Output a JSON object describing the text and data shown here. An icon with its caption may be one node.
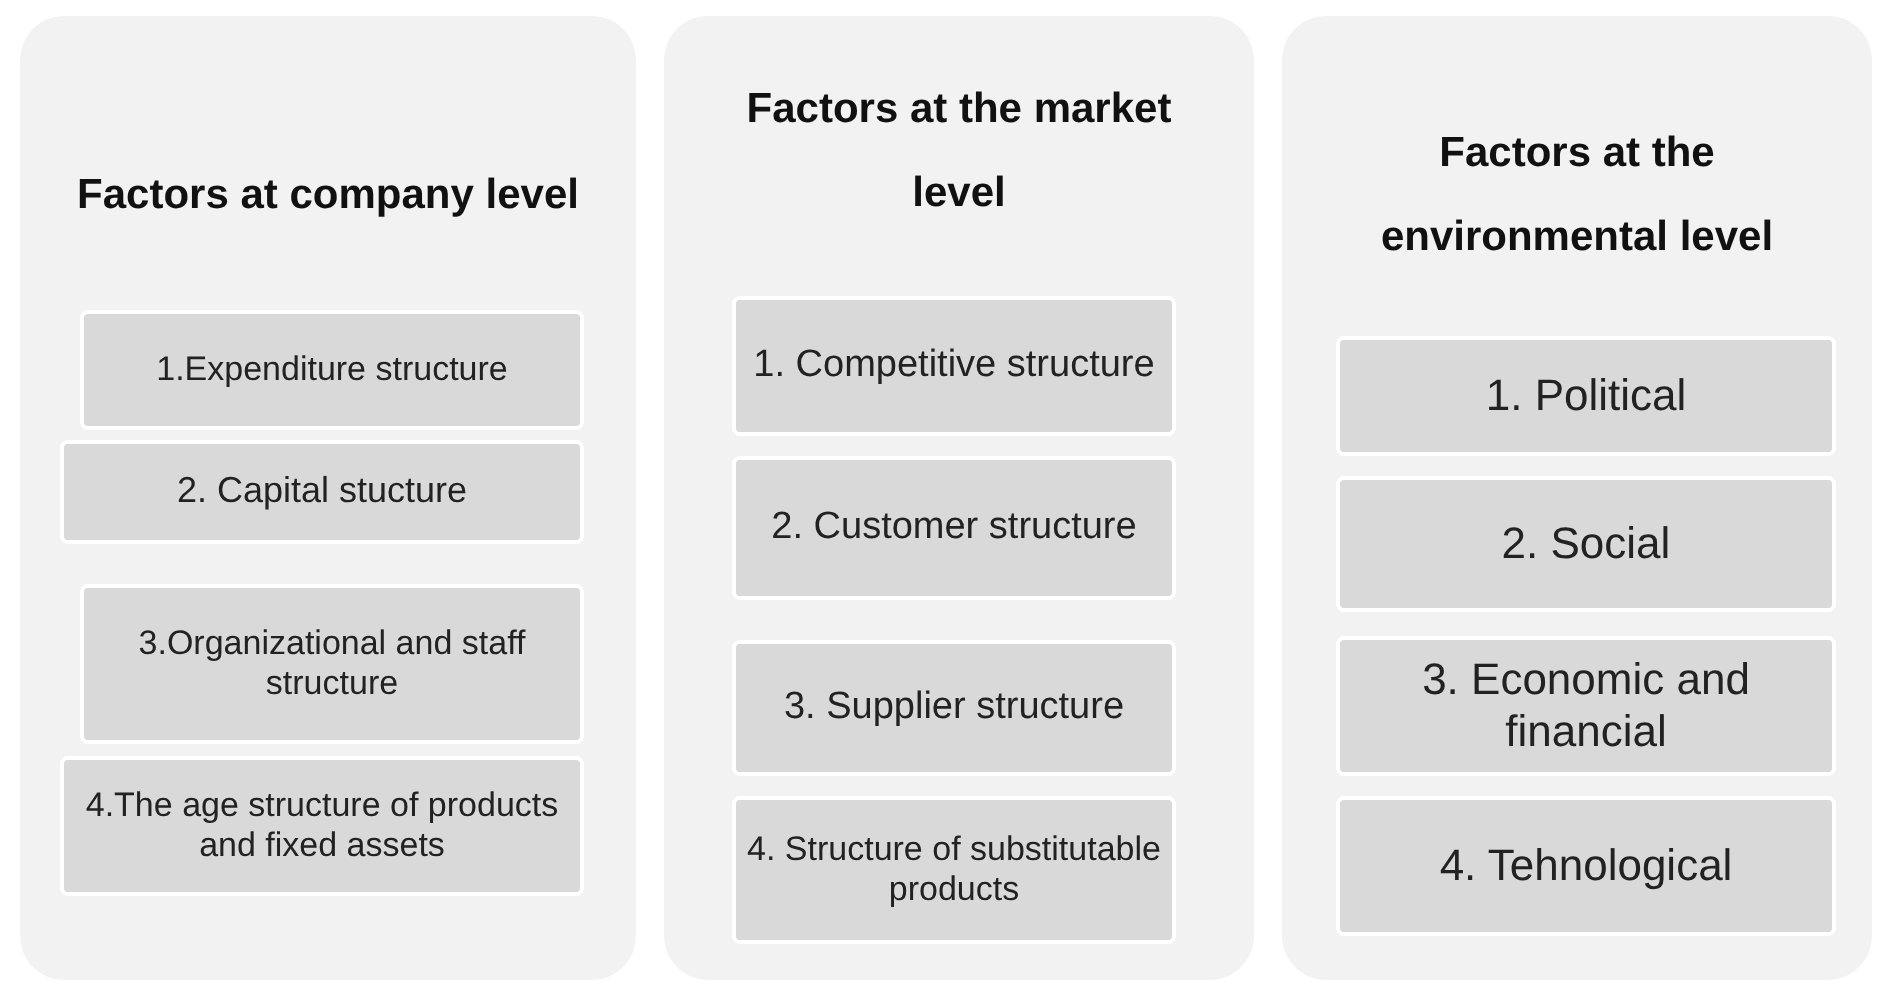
{
  "diagram": {
    "nodes": [
      {
        "text": [
          "Factors at company level"
        ]
      },
      {
        "text": [
          "1.Expenditure structure"
        ],
        "in": 0
      },
      {
        "text": [
          "2. Capital stucture"
        ],
        "in": 0
      },
      {
        "text": [
          "3.Organizational and staff structure"
        ],
        "in": 0
      },
      {
        "text": [
          "4.The age structure of products and fixed assets"
        ],
        "in": 0
      },
      {
        "text": [
          "Factors at the market level"
        ]
      },
      {
        "text": [
          "1. Competitive structure"
        ],
        "in": 5
      },
      {
        "text": [
          "2. Customer structure"
        ],
        "in": 5
      },
      {
        "text": [
          "3. Supplier structure"
        ],
        "in": 5
      },
      {
        "text": [
          "4. Structure of substitutable products"
        ],
        "in": 5
      },
      {
        "text": [
          "Factors at the environmental level"
        ]
      },
      {
        "text": [
          "1. Political"
        ],
        "in": 10
      },
      {
        "text": [
          "2. Social"
        ],
        "in": 10
      },
      {
        "text": [
          "3. Economic and financial"
        ],
        "in": 10
      },
      {
        "text": [
          "4. Tehnological"
        ],
        "in": 10
      }
    ]
  }
}
